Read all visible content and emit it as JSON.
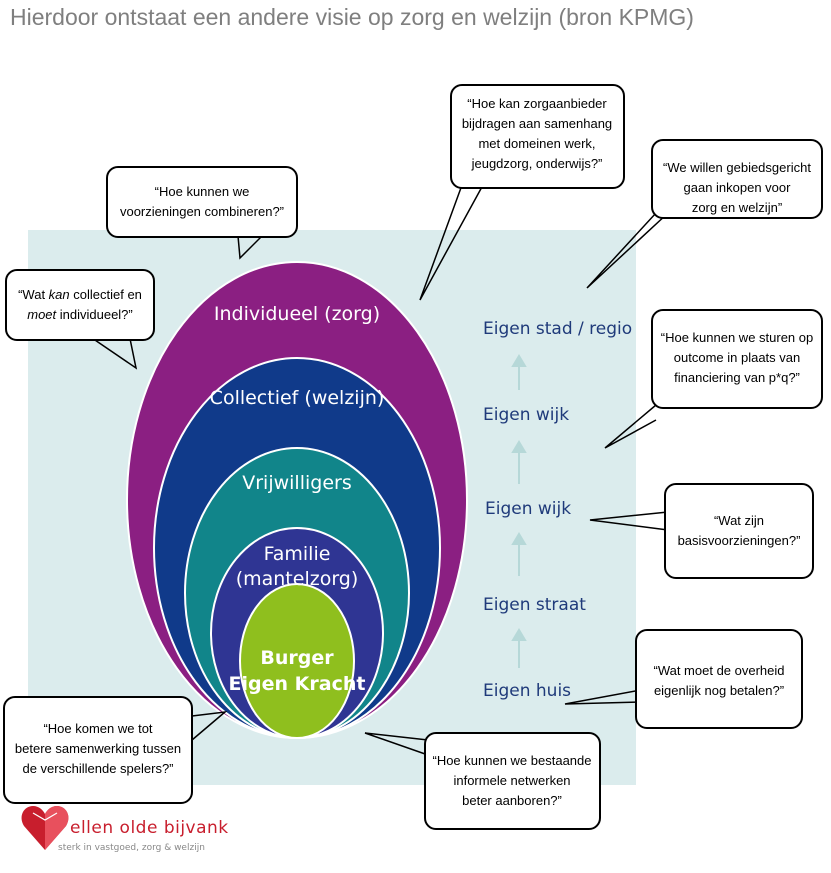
{
  "title": "Hierdoor ontstaat een andere visie op zorg en welzijn (bron KPMG)",
  "rings": [
    {
      "label": "Individueel (zorg)",
      "color": "#8b1f82"
    },
    {
      "label": "Collectief (welzijn)",
      "color": "#103a8a"
    },
    {
      "label": "Vrijwilligers",
      "color": "#11858a"
    },
    {
      "label": "Familie",
      "label2": "(mantelzorg)",
      "color": "#2f3593"
    },
    {
      "label": "Burger",
      "label2": "Eigen Kracht",
      "color": "#8fbf1e"
    }
  ],
  "levels": [
    "Eigen stad  / regio",
    "Eigen wijk",
    "Eigen wijk",
    "Eigen straat",
    "Eigen huis"
  ],
  "bubbles": {
    "combineren": [
      "“Hoe kunnen we",
      "voorzieningen combineren?”"
    ],
    "collectief": [
      "“Wat kan collectief en",
      "moet individueel?”"
    ],
    "samenhang": [
      "“Hoe kan zorgaanbieder",
      "bijdragen aan samenhang",
      "met domeinen werk,",
      "jeugdzorg, onderwijs?”"
    ],
    "gebiedsgericht": [
      "“We willen gebiedsgericht",
      "gaan inkopen voor",
      "zorg en welzijn”"
    ],
    "outcome": [
      "“Hoe kunnen we sturen op",
      "outcome in plaats van",
      "financiering van p*q?”"
    ],
    "basis": [
      "“Wat zijn",
      "basisvoorzieningen?”"
    ],
    "overheid": [
      "“Wat moet de overheid",
      "eigenlijk nog betalen?”"
    ],
    "netwerken": [
      "“Hoe kunnen we bestaande",
      "informele netwerken",
      "beter aanboren?”"
    ],
    "samenwerking": [
      "“Hoe komen we tot",
      "betere samenwerking tussen",
      "de verschillende spelers?”"
    ]
  },
  "logo": {
    "name": "ellen olde bijvank",
    "tagline": "sterk in vastgoed, zorg & welzijn",
    "color": "#c81e2d"
  }
}
